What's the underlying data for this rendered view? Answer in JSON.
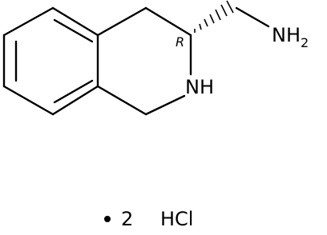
{
  "molecule": {
    "atoms": {
      "amine_N": "NH",
      "amine_sub": "2",
      "ring_N": "NH"
    },
    "stereo_descriptor": "R"
  },
  "salt": {
    "multiplier": "2",
    "counterion": "HCl"
  }
}
